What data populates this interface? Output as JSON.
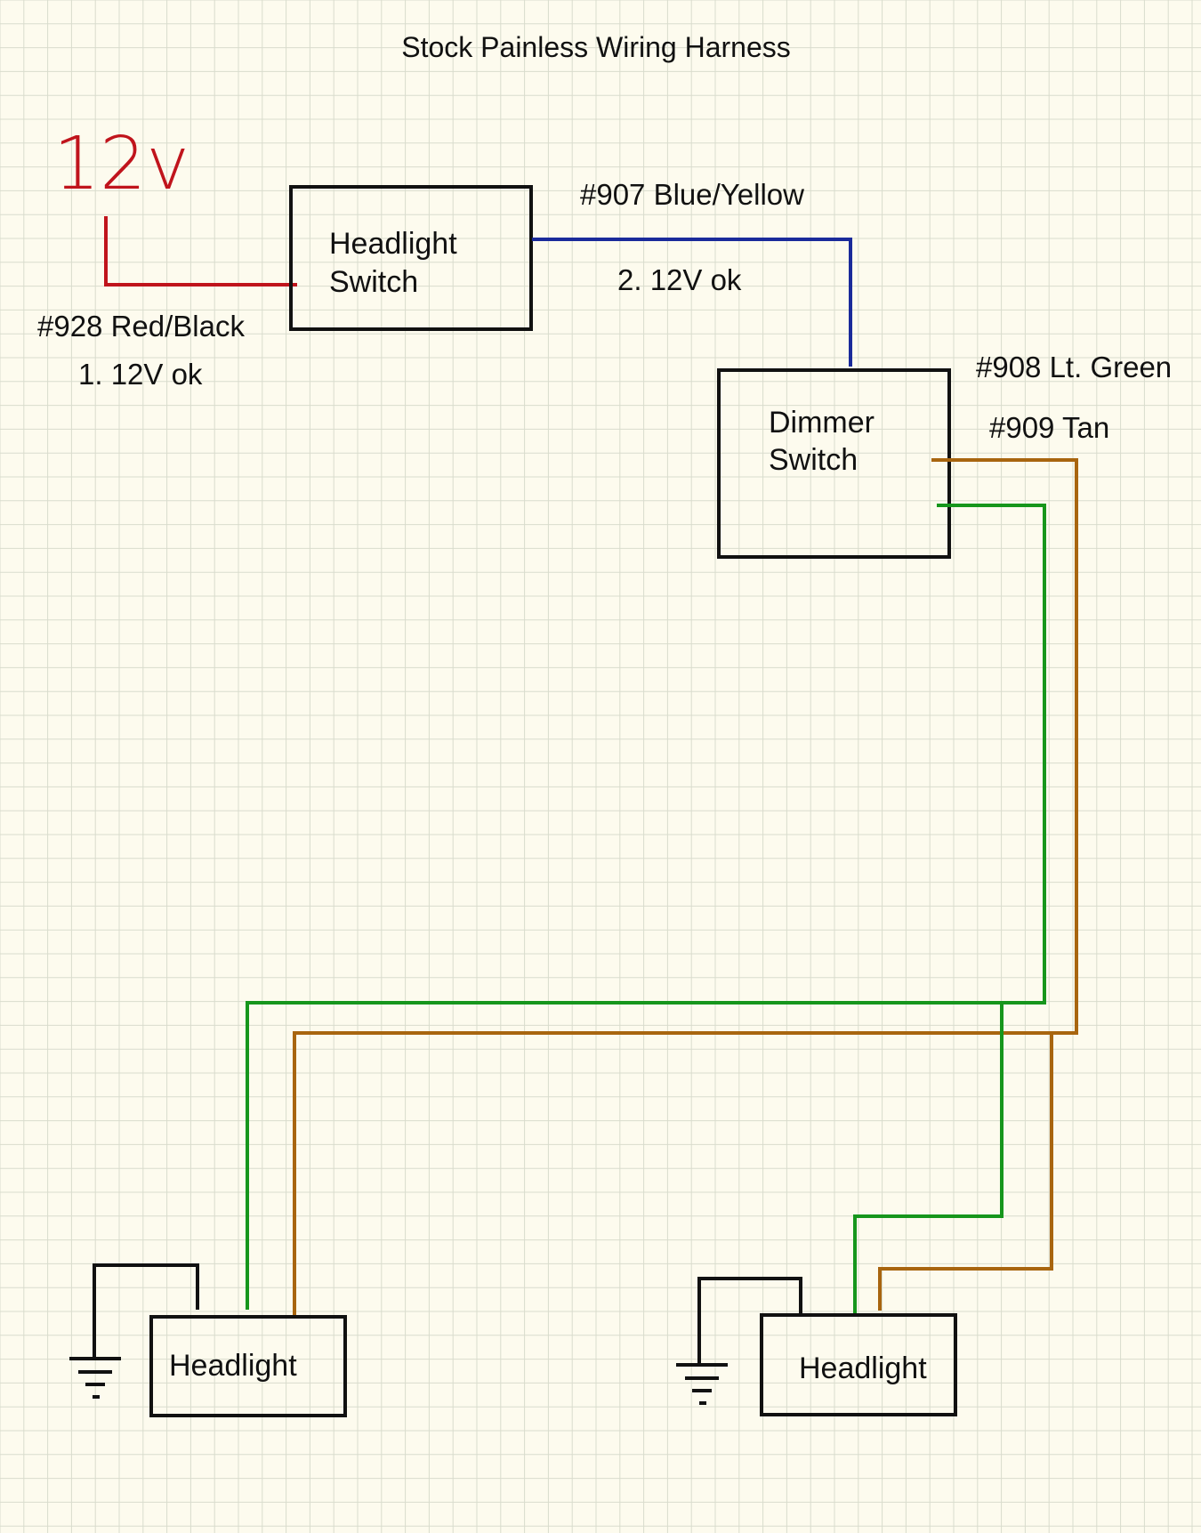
{
  "title": "Stock Painless Wiring Harness",
  "power_label": "12v",
  "components": {
    "headlight_switch": [
      "Headlight",
      "Switch"
    ],
    "dimmer_switch": [
      "Dimmer",
      "Switch"
    ],
    "headlight_left": "Headlight",
    "headlight_right": "Headlight"
  },
  "wires": {
    "red_black": {
      "label": "#928 Red/Black",
      "note": "1. 12V ok",
      "color": "#c0141c"
    },
    "blue_yellow": {
      "label": "#907 Blue/Yellow",
      "note": "2. 12V ok",
      "color": "#1a2a9a"
    },
    "lt_green": {
      "label": "#908 Lt. Green",
      "color": "#16961c"
    },
    "tan": {
      "label": "#909 Tan",
      "color": "#a8650f"
    }
  },
  "colors": {
    "paper": "#fdfbee",
    "grid": "#d9dccd",
    "ink": "#111111"
  }
}
